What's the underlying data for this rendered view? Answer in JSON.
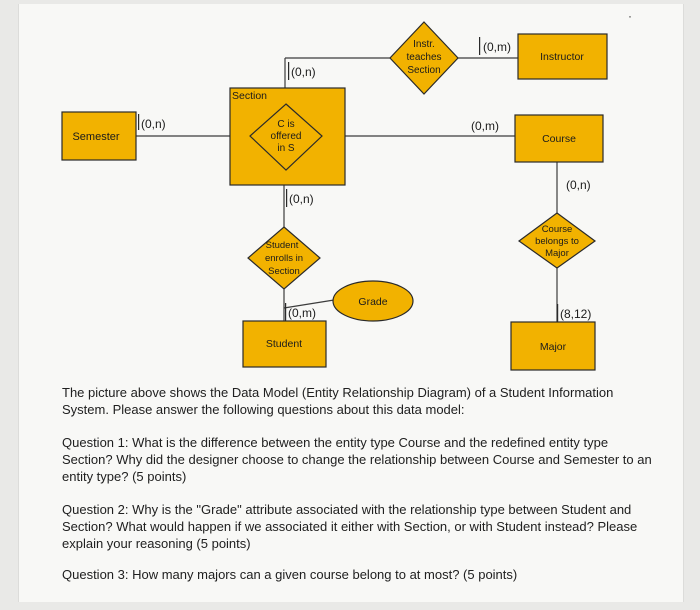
{
  "diagram": {
    "entities": {
      "semester": "Semester",
      "section": "Section",
      "instructor": "Instructor",
      "course": "Course",
      "student": "Student",
      "major": "Major"
    },
    "relationships": {
      "instr_teaches": [
        "Instr.",
        "teaches",
        "Section"
      ],
      "c_offered": [
        "C is",
        "offered",
        "in S"
      ],
      "student_enrolls": [
        "Student",
        "enrolls in",
        "Section"
      ],
      "course_belongs": [
        "Course",
        "belongs to",
        "Major"
      ]
    },
    "attributes": {
      "grade": "Grade"
    },
    "cardinalities": {
      "semester_offered": "(0,n)",
      "section_teaches": "(0,n)",
      "instructor_teaches": "(0,m)",
      "course_offered": "(0,m)",
      "section_enrolls": "(0,n)",
      "student_enrolls": "(0,m)",
      "course_belongs": "(0,n)",
      "major_belongs": "(8,12)"
    },
    "colors": {
      "fill": "#f2b200",
      "stroke": "#2a2a2a",
      "line": "#3c3c3c"
    }
  },
  "text": {
    "intro": "The picture above shows the Data Model (Entity Relationship Diagram) of a Student Information System. Please answer the following questions about this data model:",
    "q1": "Question 1: What is the difference between the entity type Course and the redefined entity type Section? Why did the designer choose to change the relationship between Course and Semester to an entity type? (5 points)",
    "q2": "Question 2: Why is the \"Grade\" attribute associated with the relationship type between Student and Section? What would happen if we associated it either with Section, or with Student instead? Please explain your reasoning (5 points)",
    "q3": "Question 3: How many majors can a given course belong to at most? (5 points)"
  }
}
